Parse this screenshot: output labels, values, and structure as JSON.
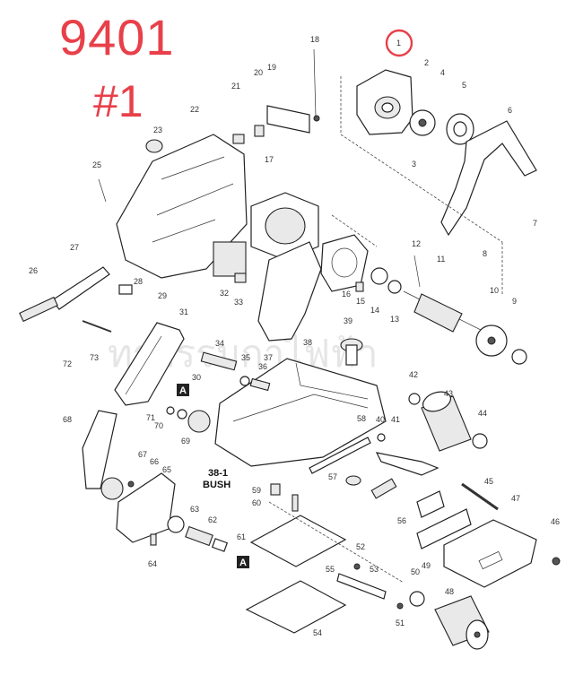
{
  "header": {
    "model": "9401",
    "reference": "#1"
  },
  "highlight": {
    "color": "#e8404a",
    "part": "1"
  },
  "watermark": "ทรอรรมกาไฟฟ้า",
  "labels": {
    "bush": "38-1\nBUSH",
    "bush_l1": "38-1",
    "bush_l2": "BUSH",
    "marker": "A"
  },
  "part_numbers": [
    "1",
    "2",
    "3",
    "4",
    "5",
    "6",
    "7",
    "8",
    "9",
    "10",
    "11",
    "12",
    "13",
    "14",
    "15",
    "16",
    "17",
    "18",
    "19",
    "20",
    "21",
    "22",
    "23",
    "25",
    "26",
    "27",
    "28",
    "29",
    "30",
    "31",
    "32",
    "33",
    "34",
    "35",
    "36",
    "37",
    "38",
    "39",
    "40",
    "41",
    "42",
    "43",
    "44",
    "45",
    "46",
    "47",
    "48",
    "49",
    "50",
    "51",
    "52",
    "53",
    "54",
    "55",
    "56",
    "57",
    "58",
    "59",
    "60",
    "61",
    "62",
    "63",
    "64",
    "65",
    "66",
    "67",
    "68",
    "69",
    "70",
    "71",
    "72",
    "73"
  ]
}
